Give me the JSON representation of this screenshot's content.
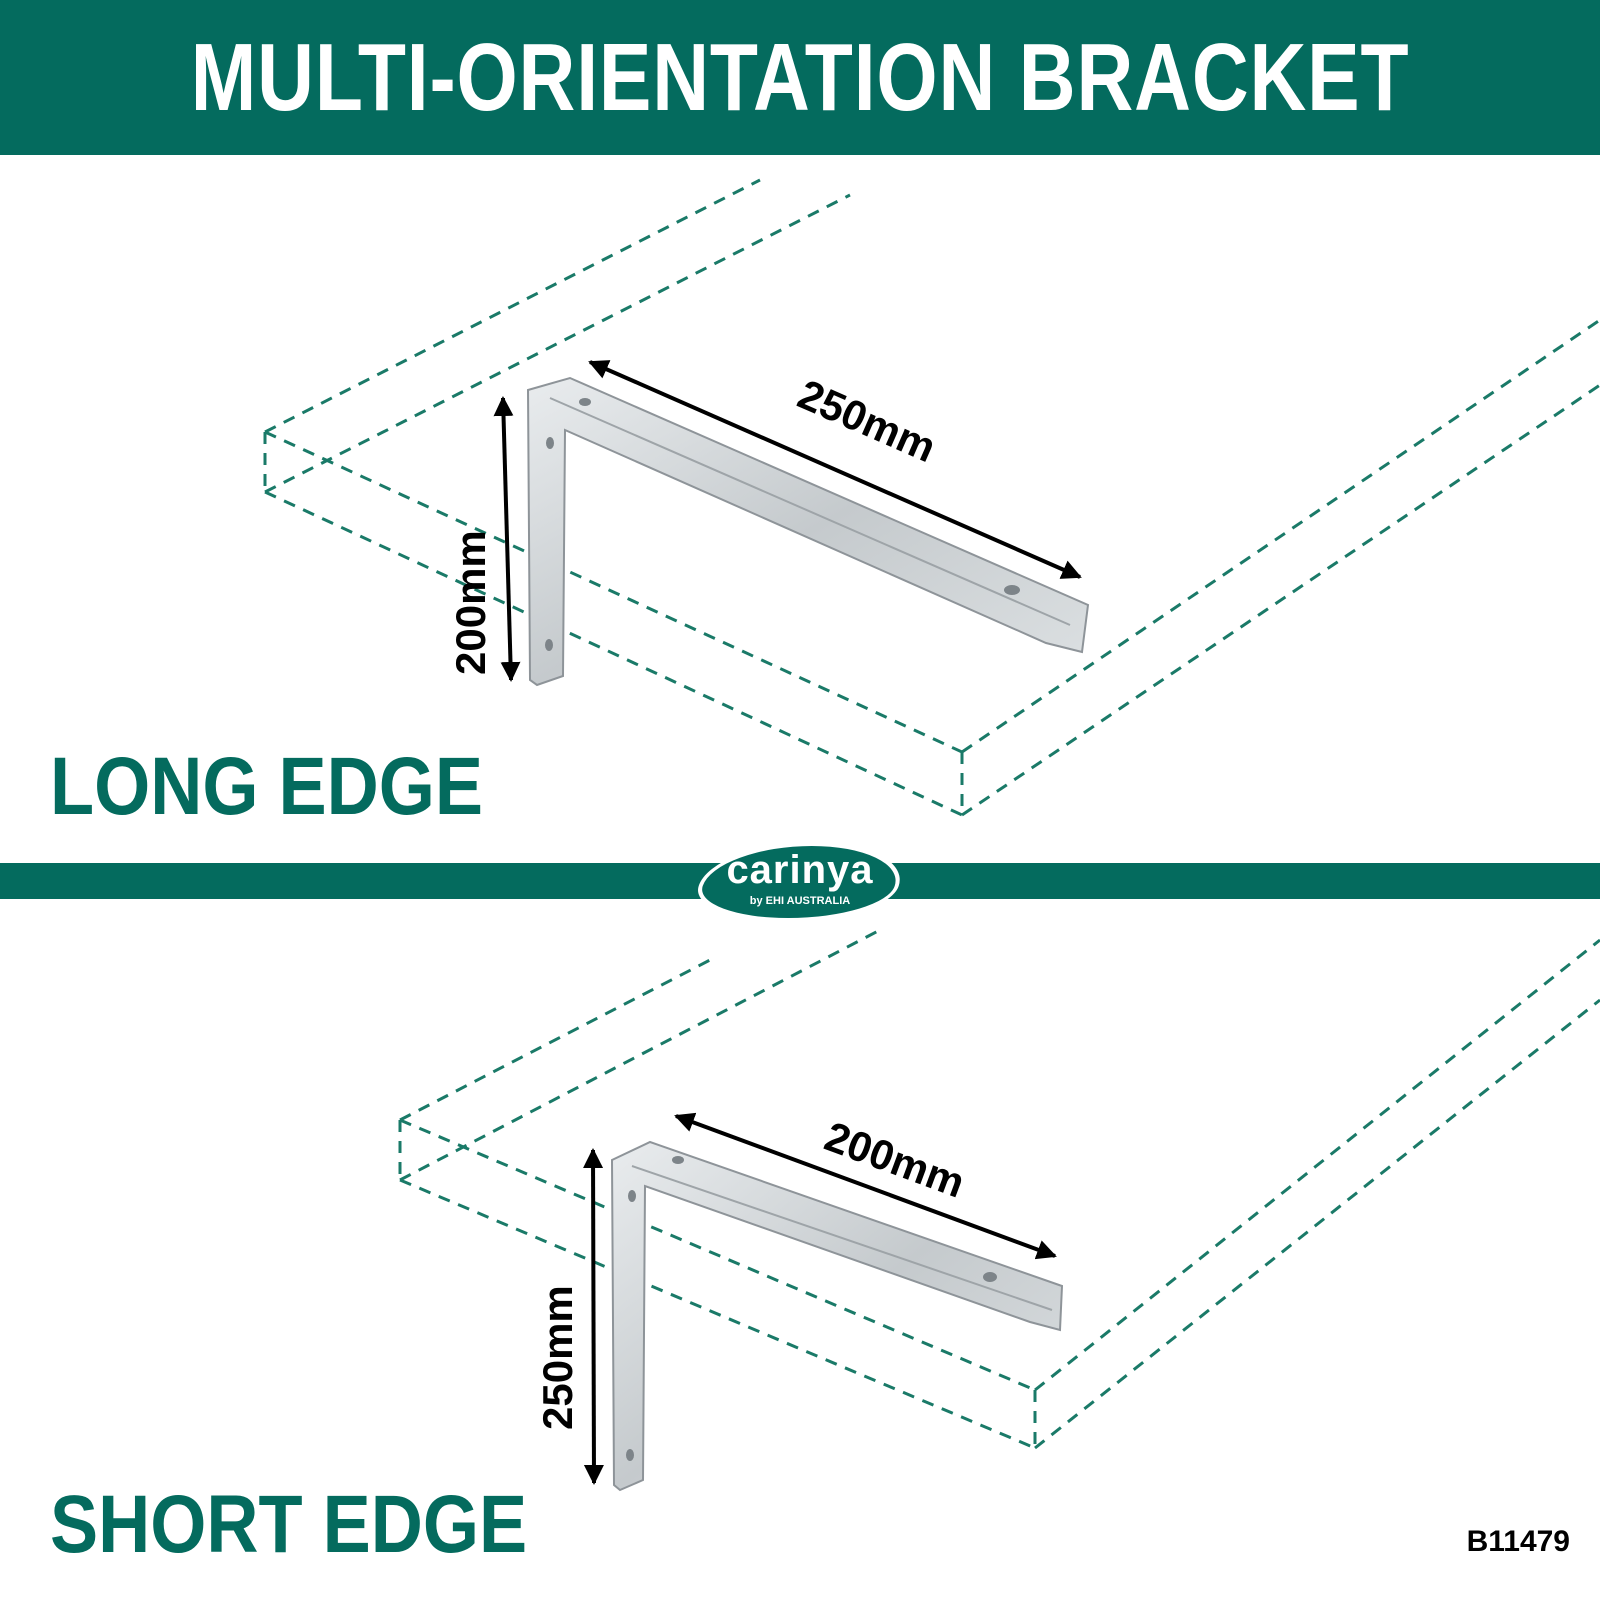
{
  "header": {
    "title": "MULTI-ORIENTATION BRACKET"
  },
  "sections": {
    "long_edge": {
      "label": "LONG EDGE",
      "horizontal_dimension": "250mm",
      "vertical_dimension": "200mm"
    },
    "short_edge": {
      "label": "SHORT EDGE",
      "horizontal_dimension": "200mm",
      "vertical_dimension": "250mm"
    }
  },
  "logo": {
    "wordmark": "carinya",
    "tagline": "by EHI AUSTRALIA"
  },
  "footer": {
    "product_code": "B11479"
  },
  "colors": {
    "brand_green": "#046b5e",
    "dashed_outline": "#1a7a68",
    "bracket_metal": "#cfd3d6",
    "arrow": "#000000"
  }
}
